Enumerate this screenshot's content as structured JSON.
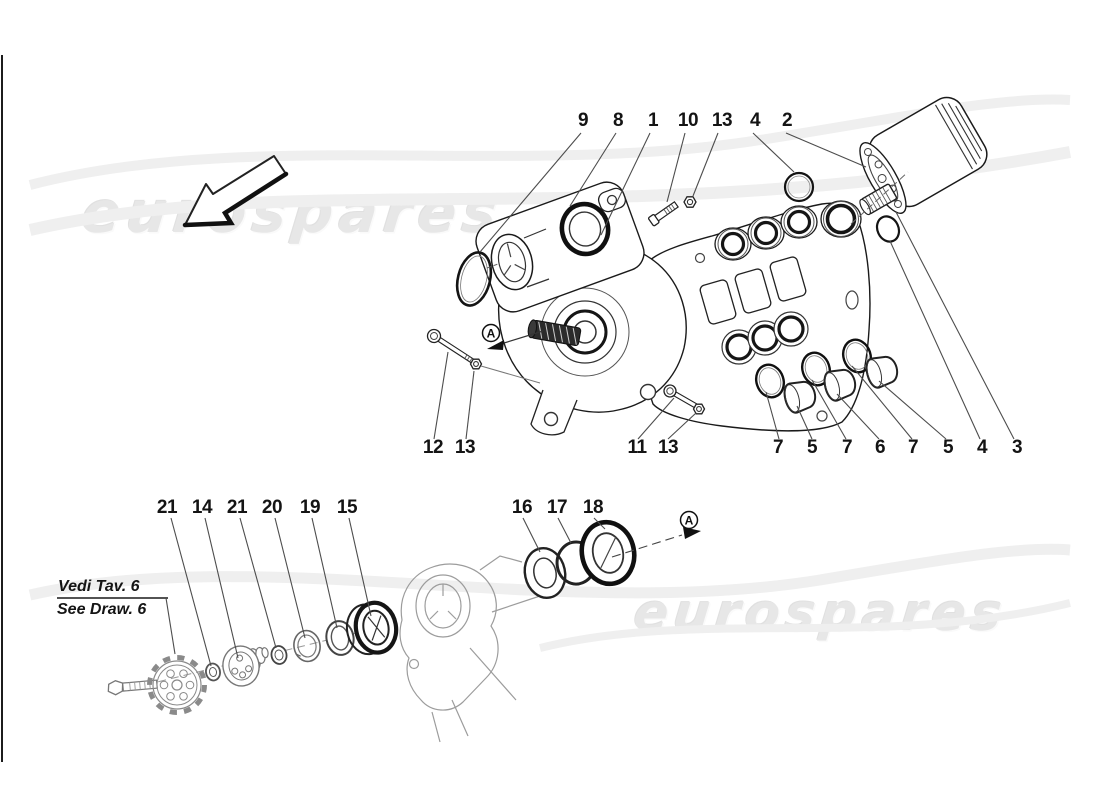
{
  "diagram": {
    "watermark_top": "eurospares",
    "watermark_bottom": "eurospares",
    "note_line1": "Vedi Tav. 6",
    "note_line2": "See Draw. 6",
    "view_label": "A",
    "callouts_main_top": [
      "9",
      "8",
      "1",
      "10",
      "13",
      "4",
      "2"
    ],
    "callouts_main_bottom": [
      "12",
      "13",
      "11",
      "13",
      "7",
      "5",
      "7",
      "6",
      "7",
      "5",
      "4",
      "3"
    ],
    "callouts_lower": [
      "21",
      "14",
      "21",
      "20",
      "19",
      "15",
      "16",
      "17",
      "18"
    ]
  }
}
